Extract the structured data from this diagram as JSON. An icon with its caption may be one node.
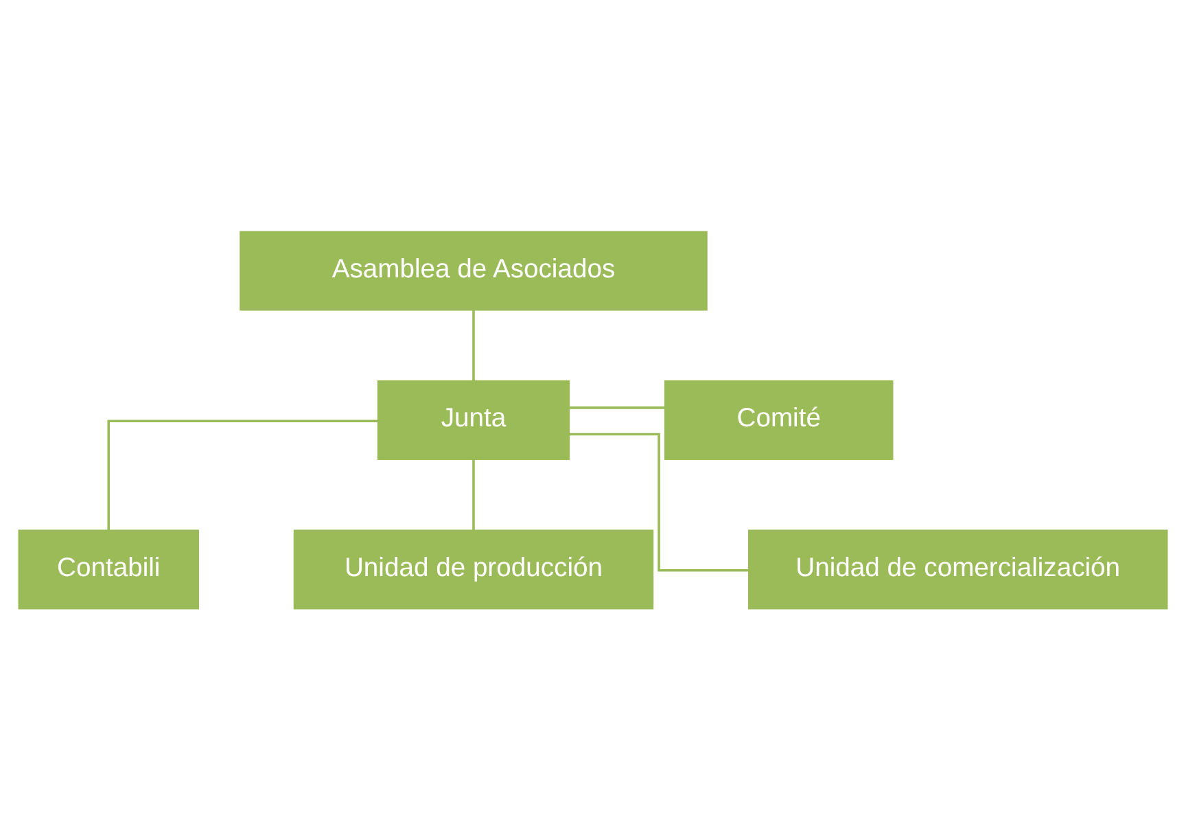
{
  "diagram": {
    "nodes": [
      {
        "text": [
          "Asamblea de Asociados"
        ]
      },
      {
        "text": [
          "Junta"
        ]
      },
      {
        "text": [
          "Comité"
        ]
      },
      {
        "text": [
          "Contabili"
        ]
      },
      {
        "text": [
          "Unidad de producción"
        ]
      },
      {
        "text": [
          "Unidad de comercialización"
        ]
      }
    ],
    "edges": [
      {
        "from": 0,
        "to": 1,
        "arrow": "none"
      },
      {
        "from": 1,
        "to": 2,
        "arrow": "none"
      },
      {
        "from": 1,
        "to": 3,
        "arrow": "none"
      },
      {
        "from": 1,
        "to": 4,
        "arrow": "none"
      },
      {
        "from": 1,
        "to": 5,
        "arrow": "none"
      }
    ]
  }
}
